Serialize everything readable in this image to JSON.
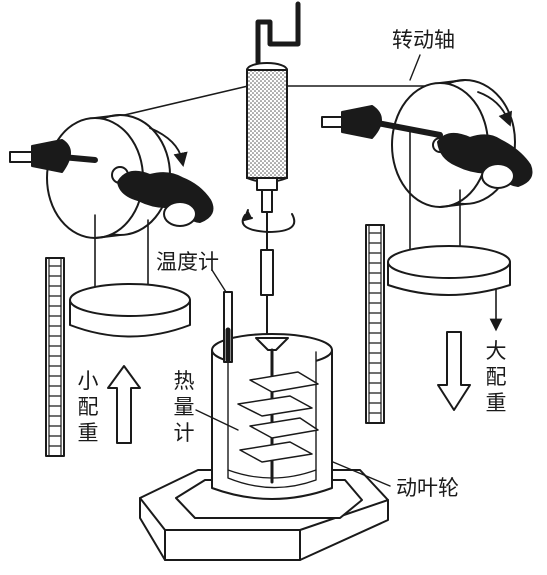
{
  "labels": {
    "rotating_shaft": "转动轴",
    "thermometer": "温度计",
    "calorimeter": "热量计",
    "impeller": "动叶轮",
    "small_weight": "小配重",
    "large_weight": "大配重"
  },
  "colors": {
    "ink": "#1a1a1a",
    "paper": "#ffffff",
    "shade": "#9a9a9a"
  },
  "icons": {
    "up_arrow": "up-arrow-icon",
    "down_arrow": "down-arrow-icon",
    "rotation_arrow": "rotation-arrow-icon"
  }
}
